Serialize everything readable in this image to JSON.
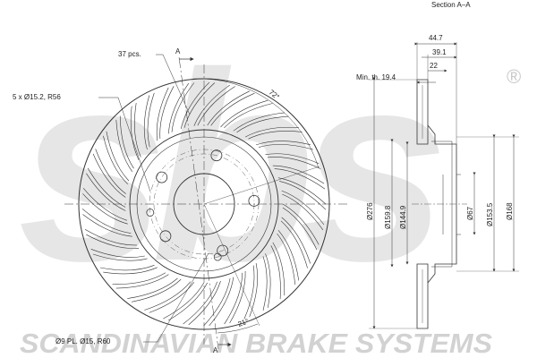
{
  "title": "Section A–A",
  "brand": {
    "watermark_logo": "sbs",
    "registered_mark": "®",
    "tagline": "SCANDINAVIAN BRAKE SYSTEMS",
    "watermark_color": "#e6e6e6"
  },
  "front_view": {
    "vane_count_label": "37 pcs.",
    "bolt_holes_label": "5 x Ø15.2, R56",
    "pin_holes_label": "Ø9 PL. Ø15, R60",
    "angle_top_label": "72°",
    "angle_bottom_label": "21°",
    "section_marker_top": "A",
    "section_marker_bottom": "A",
    "vane_count": 37,
    "bolt_hole_count": 5
  },
  "section_view": {
    "width_overall": "44.7",
    "width_hat": "39.1",
    "width_inner": "22",
    "min_thickness_label": "Min. th. 19.4",
    "dim_d276": "Ø276",
    "dim_d159_8": "Ø159.8",
    "dim_d144_9": "Ø144.9",
    "dim_d67": "Ø67",
    "dim_d153_5": "Ø153.5",
    "dim_d168": "Ø168"
  }
}
